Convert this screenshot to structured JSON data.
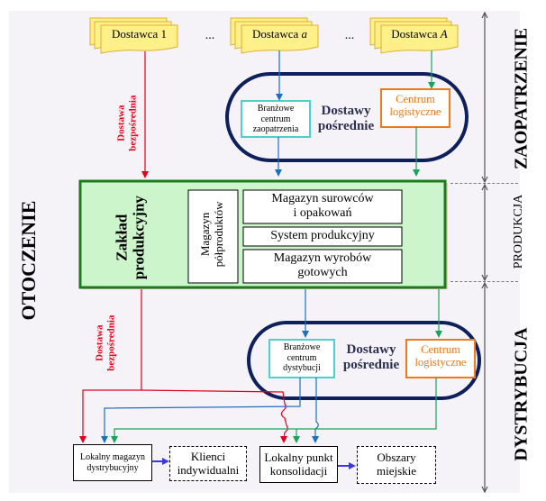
{
  "diagram": {
    "environment_label": "OTOCZENIE",
    "stages": {
      "supply": "ZAOPATRZENIE",
      "production": "PRODUKCJA",
      "distribution": "DYSTRYBUCJA"
    },
    "suppliers": [
      {
        "label": "Dostawca 1"
      },
      {
        "label": "Dostawca ",
        "italic_suffix": "a"
      },
      {
        "label": "Dostawca ",
        "italic_suffix": "A"
      }
    ],
    "ellipsis": "...",
    "direct_delivery": {
      "line1": "Dostawa",
      "line2": "bezpośrednia"
    },
    "supply_indirect": {
      "title_line1": "Dostawy",
      "title_line2": "pośrednie",
      "industry_center": [
        "Branżowe",
        "centrum",
        "zaopatrzenia"
      ],
      "logistics_center": [
        "Centrum",
        "logistyczne"
      ]
    },
    "plant": {
      "title_line1": "Zakład",
      "title_line2": "produkcyjny",
      "semi_products": [
        "Magazyn",
        "półproduktów"
      ],
      "raw_materials": [
        "Magazyn surowców",
        "i opakowań"
      ],
      "production_system": "System produkcyjny",
      "finished_goods": [
        "Magazyn wyrobów",
        "gotowych"
      ]
    },
    "distribution_indirect": {
      "title_line1": "Dostawy",
      "title_line2": "pośrednie",
      "industry_center": [
        "Branżowe",
        "centrum",
        "dystybucji"
      ],
      "logistics_center": [
        "Centrum",
        "logistyczne"
      ]
    },
    "destinations": {
      "local_warehouse": [
        "Lokalny magazyn",
        "dystrybucyjny"
      ],
      "individual_clients": [
        "Klienci",
        "indywidualni"
      ],
      "consolidation_point": [
        "Lokalny punkt",
        "konsolidacji"
      ],
      "urban_areas": [
        "Obszary",
        "miejskie"
      ]
    },
    "colors": {
      "direct": "#e3001b",
      "industry": "#1f6fbf",
      "logistics": "#1aa35a",
      "oval": "#0d1f5c",
      "plant_fill": "#ccf5cc",
      "plant_border": "#1f7a1f",
      "supplier_fill": "#fff08a",
      "supplier_border": "#e0b030",
      "logistics_box": "#f07a1a",
      "industry_box": "#4fd0d0",
      "to_client": "#3a3ae0"
    }
  }
}
